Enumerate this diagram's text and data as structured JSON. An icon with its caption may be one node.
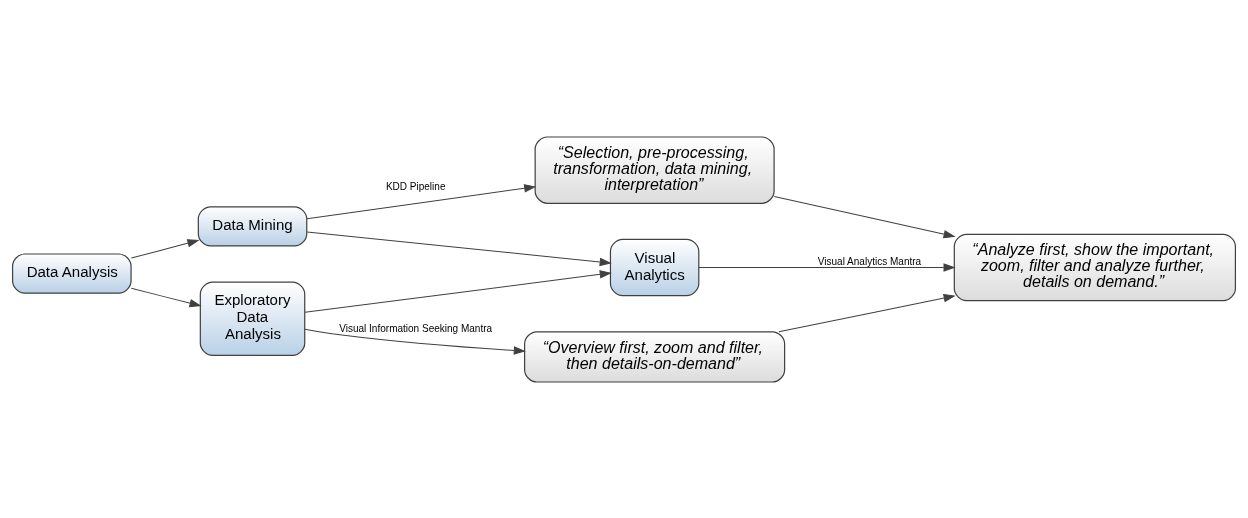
{
  "diagram": {
    "nodes": [
      {
        "text": [
          "Data Analysis"
        ]
      },
      {
        "text": [
          "Data Mining"
        ]
      },
      {
        "text": [
          "Visual Analytics"
        ]
      },
      {
        "text": [
          "Exploratory Data Analysis"
        ]
      },
      {
        "text": [
          "“Selection, pre-processing, transformation, data mining, interpretation”"
        ]
      },
      {
        "text": [
          "“Analyze first, show the important, zoom, filter and analyze further, details on demand.”"
        ]
      },
      {
        "text": [
          "“Overview first, zoom and filter, then details-on-demand”"
        ]
      }
    ],
    "edges": [
      {
        "from": 0,
        "to": 1,
        "arrow": "to"
      },
      {
        "from": 0,
        "to": 3,
        "arrow": "to"
      },
      {
        "from": 1,
        "to": 2,
        "arrow": "to"
      },
      {
        "from": 3,
        "to": 2,
        "arrow": "to"
      },
      {
        "from": 1,
        "to": 4,
        "arrow": "to",
        "label": "KDD Pipeline"
      },
      {
        "from": 2,
        "to": 5,
        "arrow": "to",
        "label": "Visual Analytics Mantra"
      },
      {
        "from": 3,
        "to": 6,
        "arrow": "to",
        "label": "Visual Information Seeking Mantra"
      },
      {
        "from": 4,
        "to": 5,
        "arrow": "to"
      },
      {
        "from": 6,
        "to": 5,
        "arrow": "to"
      }
    ]
  }
}
